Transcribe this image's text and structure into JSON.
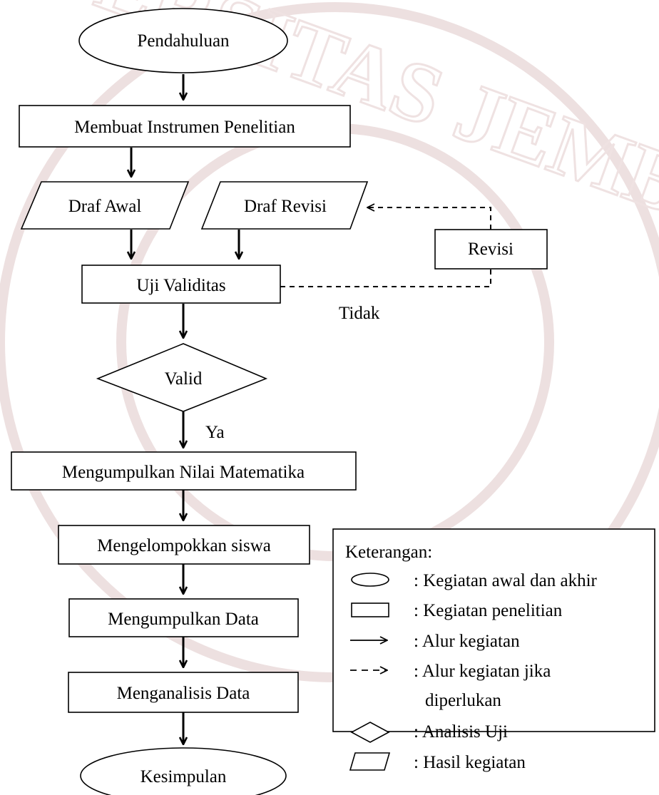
{
  "watermark": {
    "text": "UNIVERSITAS JEMBER"
  },
  "nodes": {
    "pendahuluan": "Pendahuluan",
    "membuat": "Membuat Instrumen Penelitian",
    "draf_awal": "Draf Awal",
    "draf_revisi": "Draf Revisi",
    "revisi": "Revisi",
    "uji": "Uji Validitas",
    "valid": "Valid",
    "mengumpulkan_nilai": "Mengumpulkan Nilai Matematika",
    "mengelompokkan": "Mengelompokkan siswa",
    "mengumpulkan_data": "Mengumpulkan Data",
    "menganalisis": "Menganalisis Data",
    "kesimpulan": "Kesimpulan"
  },
  "edge_labels": {
    "tidak": "Tidak",
    "ya": "Ya"
  },
  "legend": {
    "title": "Keterangan:",
    "items": [
      {
        "icon": "ellipse-icon",
        "text": ": Kegiatan awal dan akhir"
      },
      {
        "icon": "rectangle-icon",
        "text": ": Kegiatan penelitian"
      },
      {
        "icon": "arrow-icon",
        "text": ": Alur kegiatan"
      },
      {
        "icon": "dashed-arrow-icon",
        "text": ": Alur kegiatan jika"
      },
      {
        "icon": "",
        "text": "diperlukan"
      },
      {
        "icon": "diamond-icon",
        "text": ": Analisis Uji"
      },
      {
        "icon": "parallelogram-icon",
        "text": ": Hasil kegiatan"
      }
    ]
  }
}
